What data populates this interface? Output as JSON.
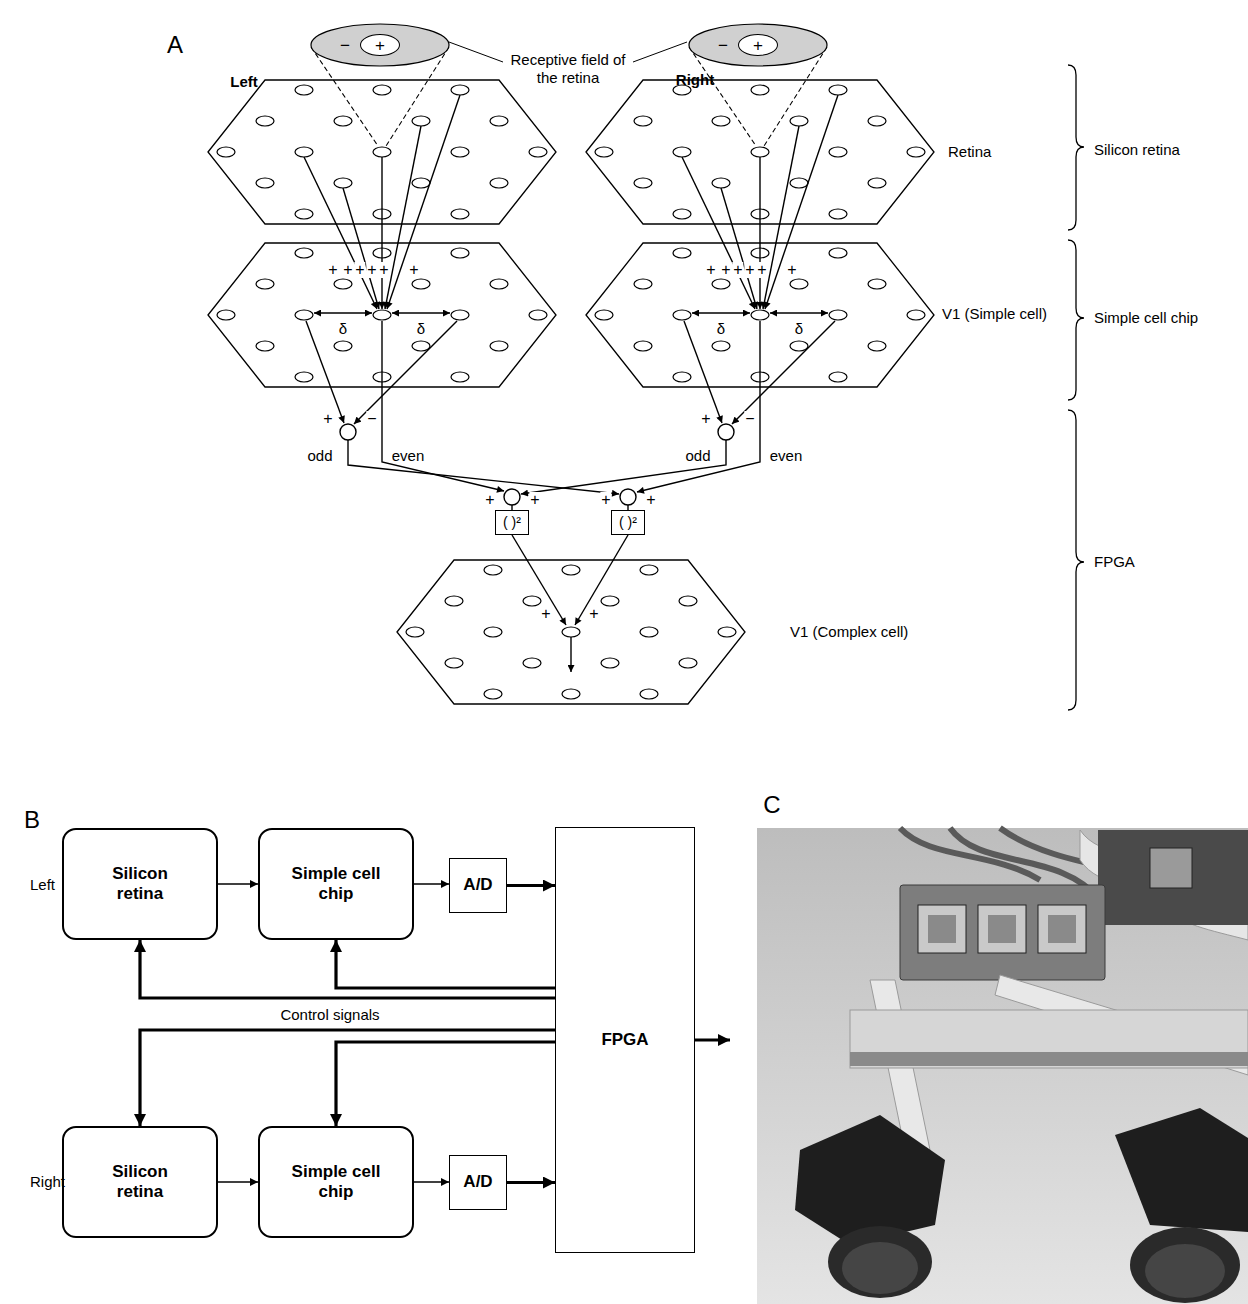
{
  "diagram": {
    "nodes": [
      {
        "text": [
          "−",
          "+"
        ]
      },
      {
        "text": [
          "−",
          "+"
        ]
      },
      {
        "text": [
          "( )²"
        ]
      },
      {
        "text": [
          "( )²"
        ]
      },
      {
        "text": [
          "Silicon retina"
        ]
      },
      {
        "text": [
          "Simple cell chip"
        ]
      },
      {
        "text": [
          "A/D"
        ]
      },
      {
        "text": [
          "FPGA"
        ]
      },
      {
        "text": [
          "Silicon retina"
        ]
      },
      {
        "text": [
          "Simple cell chip"
        ]
      },
      {
        "text": [
          "A/D"
        ]
      }
    ],
    "edges": [
      {
        "from": 4,
        "to": 5,
        "arrow": "to"
      },
      {
        "from": 5,
        "to": 6,
        "arrow": "to"
      },
      {
        "from": 6,
        "to": 7,
        "arrow": "to"
      },
      {
        "from": 7,
        "to": 4,
        "arrow": "to"
      },
      {
        "from": 7,
        "to": 5,
        "arrow": "to"
      },
      {
        "from": 8,
        "to": 9,
        "arrow": "to"
      },
      {
        "from": 9,
        "to": 10,
        "arrow": "to"
      },
      {
        "from": 10,
        "to": 7,
        "arrow": "to"
      },
      {
        "from": 7,
        "to": 8,
        "arrow": "to"
      },
      {
        "from": 7,
        "to": 9,
        "arrow": "to"
      }
    ],
    "labels": [
      "A",
      "Left",
      "Right",
      "Receptive field of the retina",
      "Retina",
      "Silicon retina",
      "V1 (Simple cell)",
      "Simple cell chip",
      "+",
      "+",
      "+",
      "+",
      "+",
      "+",
      "+",
      "+",
      "+",
      "+",
      "+",
      "+",
      "δ",
      "δ",
      "δ",
      "δ",
      "+",
      "−",
      "+",
      "−",
      "odd",
      "even",
      "odd",
      "even",
      "+",
      "+",
      "+",
      "+",
      "+",
      "+",
      "V1 (Complex cell)",
      "FPGA",
      "B",
      "Left",
      "Right",
      "Control signals",
      "C"
    ]
  }
}
